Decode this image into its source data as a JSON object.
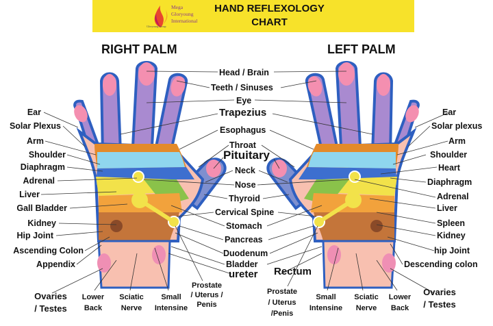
{
  "header": {
    "logo_name": "Mega Gloryoung International",
    "logo_lines": [
      "Mega",
      "Gloryoung",
      "International"
    ],
    "logo_small": "Gloryoung Group",
    "title_line1": "HAND REFLEXOLOGY",
    "title_line2": "CHART"
  },
  "right_palm": {
    "title": "RIGHT PALM",
    "labels": [
      "Ear",
      "Solar Plexus",
      "Arm",
      "Shoulder",
      "Diaphragm",
      "Adrenal",
      "Liver",
      "Gall Bladder",
      "Kidney",
      "Hip Joint",
      "Ascending Colon",
      "Appendix"
    ],
    "bottom": [
      {
        "l1": "Ovaries",
        "l2": "/ Testes"
      },
      {
        "l1": "Lower",
        "l2": "Back"
      },
      {
        "l1": "Sciatic",
        "l2": "Nerve"
      },
      {
        "l1": "Small",
        "l2": "Intensine"
      },
      {
        "l1": "Prostate",
        "l2": "/ Uterus /",
        "l3": "Penis"
      }
    ]
  },
  "left_palm": {
    "title": "LEFT PALM",
    "labels": [
      "Ear",
      "Solar plexus",
      "Arm",
      "Shoulder",
      "Heart",
      "Diaphragm",
      "Adrenal",
      "Liver",
      "Spleen",
      "Kidney",
      "hip Joint",
      "Descending colon"
    ],
    "bottom": [
      {
        "l1": "Prostate",
        "l2": "/ Uterus",
        "l3": "/Penis"
      },
      {
        "l1": "Small",
        "l2": "Intensine"
      },
      {
        "l1": "Sciatic",
        "l2": "Nerve"
      },
      {
        "l1": "Lower",
        "l2": "Back"
      },
      {
        "l1": "Ovaries",
        "l2": "/ Testes"
      }
    ]
  },
  "center": [
    "Head / Brain",
    "Teeth / Sinuses",
    "Eye",
    "Trapezius",
    "Esophagus",
    "Throat",
    "Pituitary",
    "Neck",
    "Nose",
    "Thyroid",
    "Cervical Spine",
    "Stomach",
    "Pancreas",
    "Duodenum",
    "Bladder",
    "ureter",
    "Rectum"
  ],
  "colors": {
    "banner": "#f7e22a",
    "finger": "#a98ad0",
    "thumb": "#7e8fcf",
    "tip": "#f48fb0",
    "throat": "#e38a2a",
    "pituitary": "#9b56b8",
    "sky": "#8fd6ee",
    "blue": "#3d6fcf",
    "green": "#8ac24a",
    "orange": "#f2a23c",
    "brown": "#c4753a",
    "yellow": "#f2e24a",
    "lower": "#f8c0b0",
    "wrist": "#ef8fb4",
    "outline": "#2e5fc0"
  }
}
